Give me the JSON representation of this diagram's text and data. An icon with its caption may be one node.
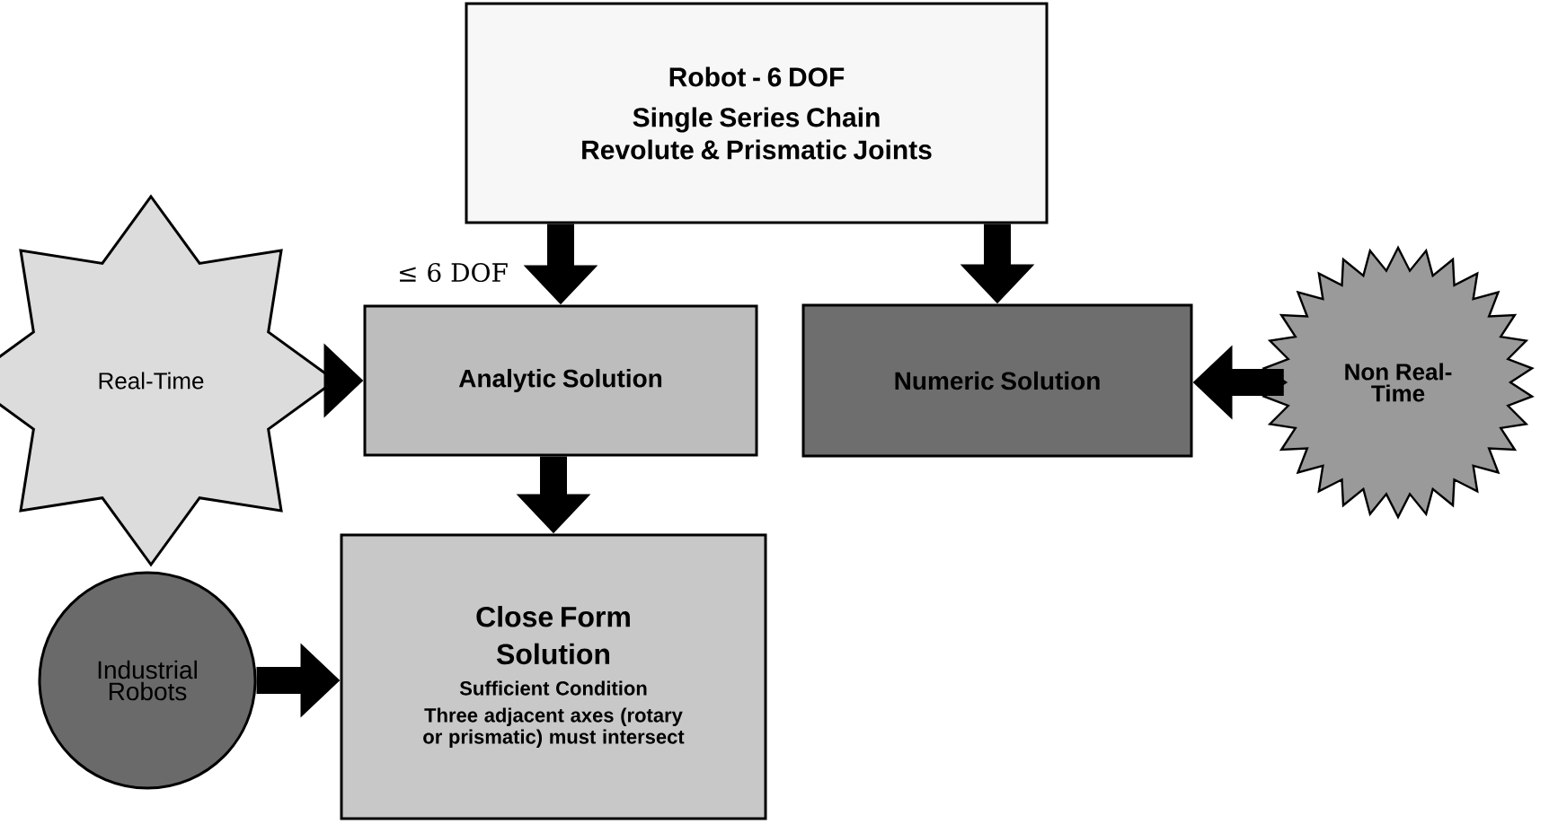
{
  "diagram": {
    "nodes": [
      {
        "text": [
          "Robot - 6 DOF",
          "Single Series Chain",
          "Revolute & Prismatic Joints"
        ]
      },
      {
        "text": [
          "Real-Time"
        ]
      },
      {
        "text": [
          "Analytic Solution"
        ]
      },
      {
        "text": [
          "Numeric Solution"
        ]
      },
      {
        "text": [
          "Non Real-Time"
        ]
      },
      {
        "text": [
          "Industrial Robots"
        ]
      },
      {
        "text": [
          "Close Form Solution",
          "Sufficient Condition",
          "Three adjacent axes (rotary or prismatic) must intersect"
        ]
      }
    ],
    "edges": [
      {
        "from": 0,
        "to": 2,
        "arrow": "to",
        "label": "≤ 6 DOF"
      },
      {
        "from": 0,
        "to": 3,
        "arrow": "to"
      },
      {
        "from": 1,
        "to": 2,
        "arrow": "to"
      },
      {
        "from": 4,
        "to": 3,
        "arrow": "to"
      },
      {
        "from": 2,
        "to": 6,
        "arrow": "to"
      },
      {
        "from": 5,
        "to": 6,
        "arrow": "to"
      }
    ]
  }
}
